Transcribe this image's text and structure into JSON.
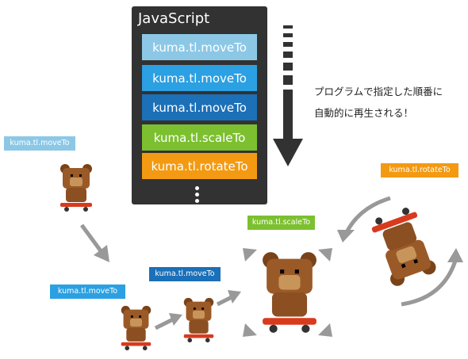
{
  "panel": {
    "title": "JavaScript",
    "rows": [
      {
        "label": "kuma.tl.moveTo",
        "color": "#8cc8e6"
      },
      {
        "label": "kuma.tl.moveTo",
        "color": "#2ba0e2"
      },
      {
        "label": "kuma.tl.moveTo",
        "color": "#1b70b8"
      },
      {
        "label": "kuma.tl.scaleTo",
        "color": "#7cc030"
      },
      {
        "label": "kuma.tl.rotateTo",
        "color": "#f39a12"
      }
    ]
  },
  "note": {
    "line1": "プログラムで指定した順番に",
    "line2": "自動的に再生される！"
  },
  "tags": {
    "t1": "kuma.tl.moveTo",
    "t2": "kuma.tl.moveTo",
    "t3": "kuma.tl.moveTo",
    "t4": "kuma.tl.scaleTo",
    "t5": "kuma.tl.rotateTo"
  },
  "colors": {
    "light_blue": "#8cc8e6",
    "blue": "#2ba0e2",
    "dark_blue": "#1b70b8",
    "green": "#7cc030",
    "orange": "#f39a12",
    "arrow_gray": "#999999",
    "bear_brown": "#9a5a28",
    "skateboard": "#d83a1e"
  }
}
